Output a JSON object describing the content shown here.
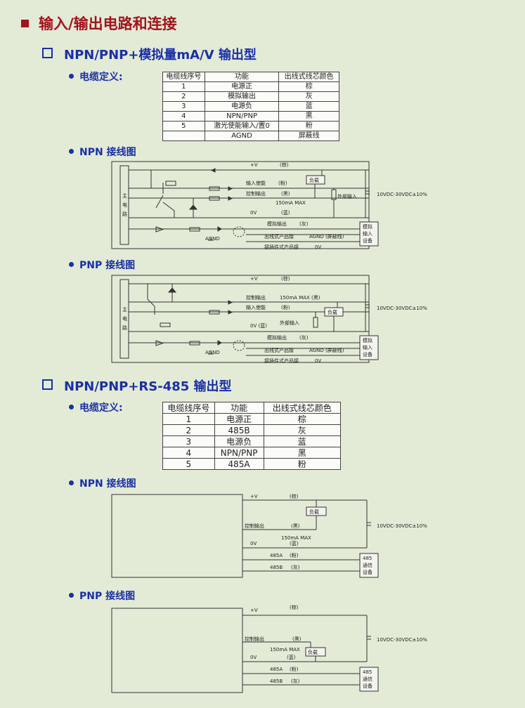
{
  "title": "输入/输出电路和连接",
  "section1": {
    "heading": "NPN/PNP+模拟量mA/V  输出型",
    "cable_label": "电缆定义:",
    "table": {
      "headers": [
        "电缆线序号",
        "功能",
        "出线式线芯颜色"
      ],
      "rows": [
        [
          "1",
          "电源正",
          "棕"
        ],
        [
          "2",
          "模拟输出",
          "灰"
        ],
        [
          "3",
          "电源负",
          "蓝"
        ],
        [
          "4",
          "NPN/PNP",
          "黑"
        ],
        [
          "5",
          "激光使能输入/置0",
          "粉"
        ],
        [
          "",
          "AGND",
          "屏蔽线"
        ]
      ]
    },
    "npn": {
      "title": "NPN 接线图",
      "main_circuit": [
        "主",
        "电",
        "路"
      ],
      "vplus": "+V",
      "brown": "(棕)",
      "enable_in": "输入使能",
      "pink": "(粉)",
      "load": "负载",
      "ctrl_out": "控制输出",
      "black": "(黑)",
      "ext_in": "外部输入",
      "max": "150mA MAX",
      "zero_v": "0V",
      "blue": "(蓝)",
      "supply": "10VDC-30VDC±10%",
      "analog_out": "模拟输出",
      "gray": "(灰)",
      "outlet": "出线式产品接",
      "agnd_shield": "AGND (屏蔽线)",
      "connector": "接插件式产品接",
      "connector_v": "0V",
      "agnd": "AGND",
      "analog_dev": [
        "模拟",
        "输入",
        "设备"
      ]
    },
    "pnp": {
      "title": "PNP 接线图",
      "main_circuit": [
        "主",
        "电",
        "路"
      ],
      "vplus": "+V",
      "brown": "(棕)",
      "ctrl_out": "控制输出",
      "max_black": "150mA MAX  (黑)",
      "enable_in": "输入使能",
      "pink": "(粉)",
      "load": "负载",
      "supply": "10VDC-30VDC±10%",
      "zero_v_blue": "0V  (蓝)",
      "ext_in": "外部输入",
      "analog_out": "模拟输出",
      "gray": "(灰)",
      "outlet": "出线式产品接",
      "agnd_shield": "AGND (屏蔽线)",
      "connector": "接插件式产品接",
      "connector_v": "0V",
      "agnd": "AGND",
      "analog_dev": [
        "模拟",
        "输入",
        "设备"
      ]
    }
  },
  "section2": {
    "heading": "NPN/PNP+RS-485  输出型",
    "cable_label": "电缆定义:",
    "table": {
      "headers": [
        "电缆线序号",
        "功能",
        "出线式线芯颜色"
      ],
      "rows": [
        [
          "1",
          "电源正",
          "棕"
        ],
        [
          "2",
          "485B",
          "灰"
        ],
        [
          "3",
          "电源负",
          "蓝"
        ],
        [
          "4",
          "NPN/PNP",
          "黑"
        ],
        [
          "5",
          "485A",
          "粉"
        ]
      ]
    },
    "npn": {
      "title": "NPN 接线图",
      "vplus": "+V",
      "brown": "(棕)",
      "load": "负载",
      "ctrl_out": "控制输出",
      "black": "(黑)",
      "supply": "10VDC-30VDC±10%",
      "max": "150mA MAX",
      "zero_v": "0V",
      "blue": "(蓝)",
      "a485": "485A",
      "pink": "(粉)",
      "b485": "485B",
      "gray": "(灰)",
      "comm_dev": [
        "485",
        "通信",
        "设备"
      ]
    },
    "pnp": {
      "title": "PNP 接线图",
      "vplus": "+V",
      "brown": "(棕)",
      "ctrl_out": "控制输出",
      "black": "(黑)",
      "supply": "10VDC-30VDC±10%",
      "max": "150mA MAX",
      "zero_v": "0V",
      "blue": "(蓝)",
      "load": "负载",
      "a485": "485A",
      "pink": "(粉)",
      "b485": "485B",
      "gray": "(灰)",
      "comm_dev": [
        "485",
        "通信",
        "设备"
      ]
    }
  }
}
